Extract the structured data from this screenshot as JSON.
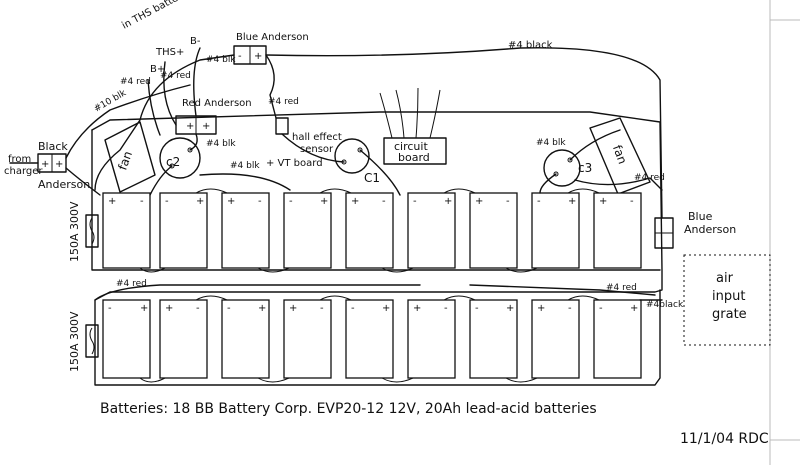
{
  "labels": {
    "ths_assy": "in THS battery assy.",
    "ths_plus": "THS+",
    "b_plus": "B+",
    "b_minus": "B-",
    "blue_anderson_top": "Blue Anderson",
    "blk4_a": "#4 blk",
    "red4_a": "#4 red",
    "red4_b": "#4 red",
    "red4_c": "#4 red",
    "blk10": "#10 blk",
    "red_anderson": "Red Anderson",
    "black_anderson_1": "Black",
    "black_anderson_2": "Anderson",
    "from_charger_1": "from",
    "from_charger_2": "charger",
    "fan_left": "fan",
    "fan_right": "fan",
    "c2": "c2",
    "c1": "C1",
    "c3": "c3",
    "blk4_b": "#4 blk",
    "blk4_c": "#4 blk",
    "blk4_d": "#4 blk",
    "hall_effect_1": "hall effect",
    "hall_effect_2": "sensor",
    "vt_board": "+ VT board",
    "circuit_board_1": "circuit",
    "circuit_board_2": "board",
    "black4_top": "#4 black",
    "red4_right": "#4 red",
    "blue_anderson_right_1": "Blue",
    "blue_anderson_right_2": "Anderson",
    "fuse_top": "150A 300V",
    "fuse_bottom": "150A 300V",
    "red4_row2_left": "#4 red",
    "red4_row2_right": "#4 red",
    "black4_row2": "#4black",
    "air_grate_1": "air",
    "air_grate_2": "input",
    "air_grate_3": "grate",
    "caption": "Batteries: 18 BB Battery Corp. EVP20-12 12V, 20Ah lead-acid batteries",
    "date": "11/1/04 RDC"
  }
}
